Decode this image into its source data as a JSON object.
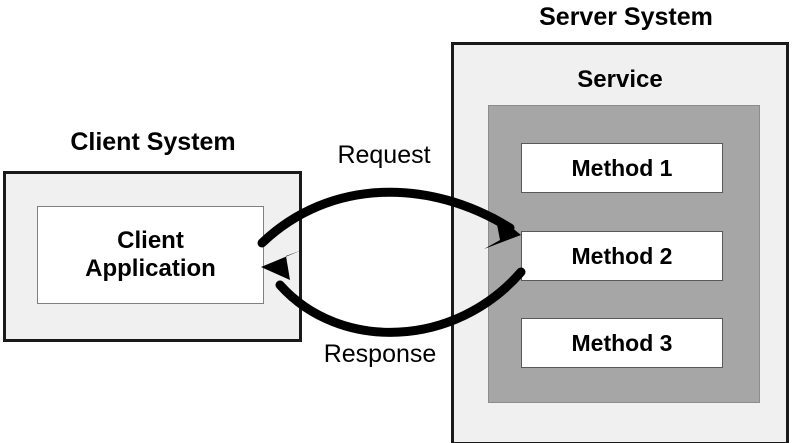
{
  "diagram": {
    "type": "client-server-service-architecture",
    "background": "#ffffff",
    "colors": {
      "system_fill": "#f0f0f0",
      "system_border": "#1a1a1a",
      "service_fill": "#a6a6a6",
      "method_fill": "#ffffff",
      "text": "#000000",
      "arrow": "#000000"
    },
    "client": {
      "system_title": "Client System",
      "application_label_line1": "Client",
      "application_label_line2": "Application"
    },
    "server": {
      "system_title": "Server System",
      "service_title": "Service",
      "methods": [
        {
          "label": "Method 1"
        },
        {
          "label": "Method 2"
        },
        {
          "label": "Method 3"
        }
      ]
    },
    "arrows": [
      {
        "name": "request-arrow",
        "label": "Request",
        "from": "Client Application",
        "to": "Method 2",
        "direction": "client-to-server"
      },
      {
        "name": "response-arrow",
        "label": "Response",
        "from": "Method 2",
        "to": "Client Application",
        "direction": "server-to-client"
      }
    ]
  }
}
